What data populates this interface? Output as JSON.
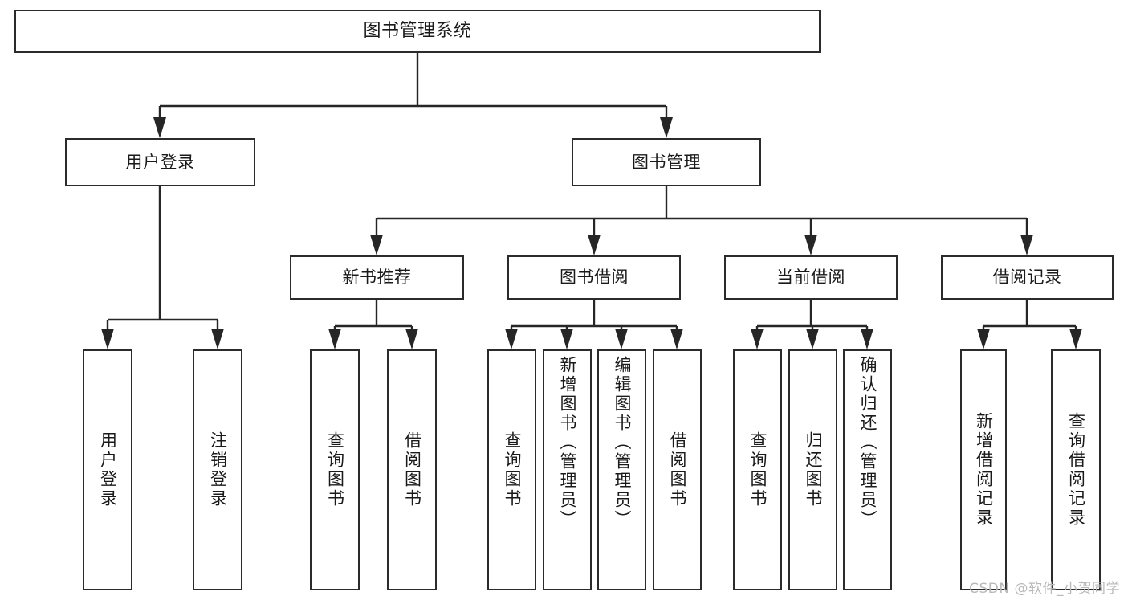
{
  "diagram": {
    "title": "图书管理系统",
    "type": "tree",
    "root": {
      "label": "图书管理系统"
    },
    "level2": [
      {
        "id": "user-login",
        "label": "用户登录"
      },
      {
        "id": "book-manage",
        "label": "图书管理"
      }
    ],
    "level3": [
      {
        "id": "new-book-recommend",
        "label": "新书推荐",
        "parent": "book-manage"
      },
      {
        "id": "book-borrow",
        "label": "图书借阅",
        "parent": "book-manage"
      },
      {
        "id": "current-borrow",
        "label": "当前借阅",
        "parent": "book-manage"
      },
      {
        "id": "borrow-record",
        "label": "借阅记录",
        "parent": "book-manage"
      }
    ],
    "leaves": {
      "user-login": [
        {
          "id": "leaf-user-login",
          "label": "用户登录"
        },
        {
          "id": "leaf-user-logout",
          "label": "注销登录"
        }
      ],
      "new-book-recommend": [
        {
          "id": "leaf-query-book-1",
          "label": "查询图书"
        },
        {
          "id": "leaf-borrow-book-1",
          "label": "借阅图书"
        }
      ],
      "book-borrow": [
        {
          "id": "leaf-query-book-2",
          "label": "查询图书"
        },
        {
          "id": "leaf-add-book",
          "label": "新增图书（管理员）"
        },
        {
          "id": "leaf-edit-book",
          "label": "编辑图书（管理员）"
        },
        {
          "id": "leaf-borrow-book-2",
          "label": "借阅图书"
        }
      ],
      "current-borrow": [
        {
          "id": "leaf-query-book-3",
          "label": "查询图书"
        },
        {
          "id": "leaf-return-book",
          "label": "归还图书"
        },
        {
          "id": "leaf-confirm-return",
          "label": "确认归还（管理员）"
        }
      ],
      "borrow-record": [
        {
          "id": "leaf-add-record",
          "label": "新增借阅记录"
        },
        {
          "id": "leaf-query-record",
          "label": "查询借阅记录"
        }
      ]
    },
    "colors": {
      "stroke": "#2b2b2b",
      "fill": "#ffffff",
      "text": "#1a1a1a",
      "watermark": "#b9b9b9"
    }
  },
  "watermark": {
    "text": "CSDN @软件_小贺同学"
  }
}
